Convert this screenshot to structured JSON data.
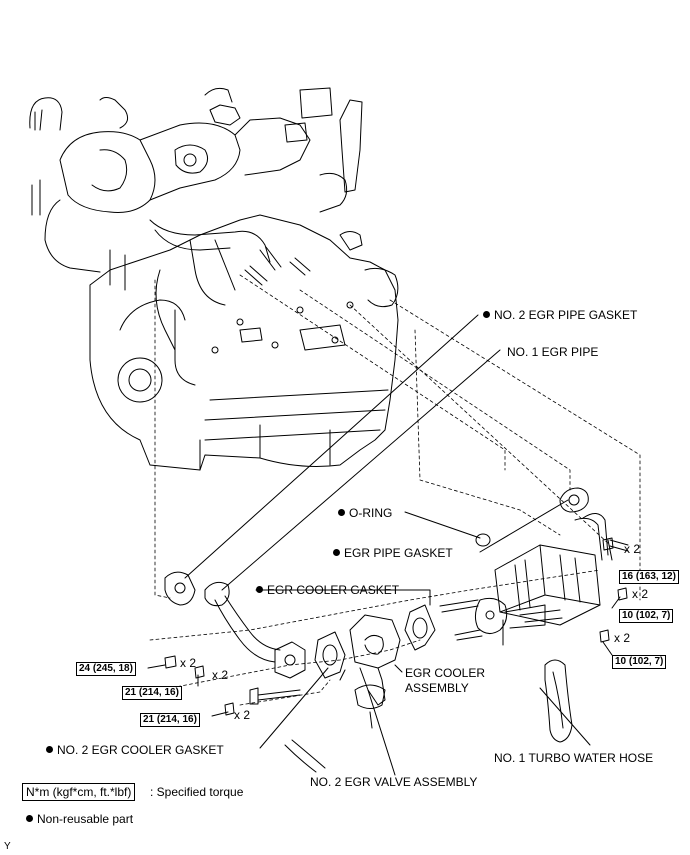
{
  "labels": {
    "no2_egr_pipe_gasket": "NO. 2 EGR PIPE GASKET",
    "no1_egr_pipe": "NO. 1 EGR PIPE",
    "o_ring": "O-RING",
    "egr_pipe_gasket": "EGR PIPE GASKET",
    "egr_cooler_gasket": "EGR COOLER GASKET",
    "egr_cooler_assembly_line1": "EGR COOLER",
    "egr_cooler_assembly_line2": "ASSEMBLY",
    "no1_turbo_water_hose": "NO. 1 TURBO WATER HOSE",
    "no2_egr_cooler_gasket": "NO. 2 EGR COOLER GASKET",
    "no2_egr_valve_assembly": "NO. 2 EGR VALVE ASSEMBLY"
  },
  "torques": {
    "t1": "16 (163, 12)",
    "t2": "10 (102, 7)",
    "t3": "10 (102, 7)",
    "t4": "24 (245, 18)",
    "t5": "21 (214, 16)",
    "t6": "21 (214, 16)"
  },
  "quantities": {
    "q1": "x 2",
    "q2": "x 2",
    "q3": "x 2",
    "q4": "x 2",
    "q5": "x 2",
    "q6": "x 2"
  },
  "legend": {
    "torque_unit": "N*m (kgf*cm, ft.*lbf)",
    "torque_desc": ": Specified torque",
    "nonreusable_desc": "Non-reusable part"
  },
  "corner_mark": "Y"
}
